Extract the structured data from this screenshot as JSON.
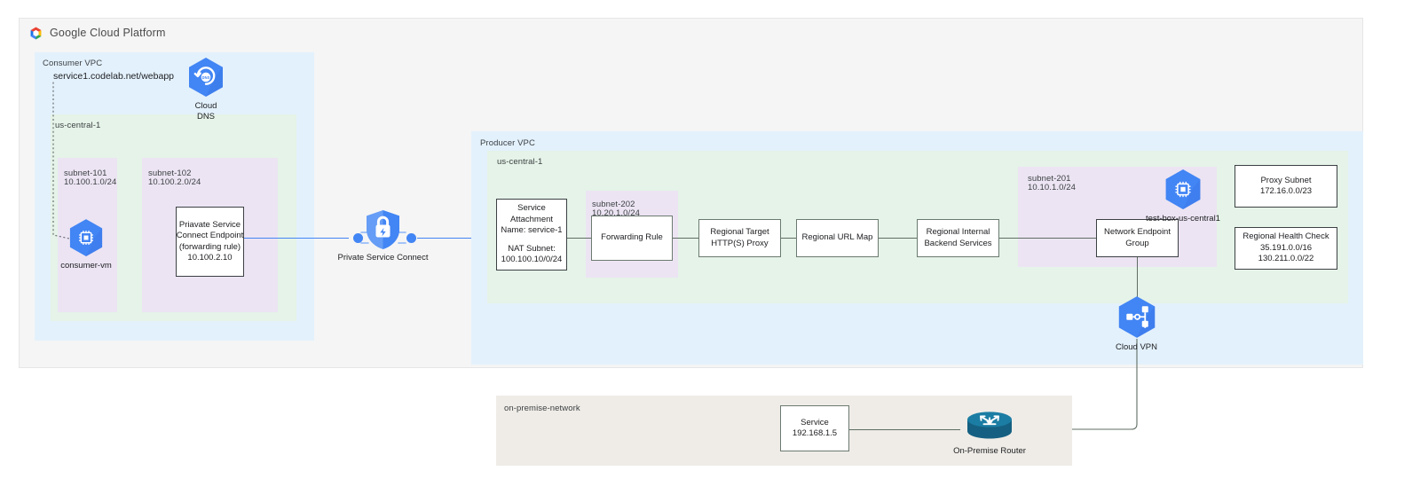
{
  "header": {
    "brand": "Google Cloud Platform",
    "logo_icon": "gcp-hexagon-logo"
  },
  "colors": {
    "vpc_blue": "#e3f1fc",
    "region_green": "#e5f3e8",
    "subnet_purple": "#ece4f3",
    "onprem_beige": "#efece7",
    "canvas_gray": "#f5f5f5",
    "accent_blue": "#4285f4",
    "line_gray": "#5f6d63",
    "router_teal": "#156082"
  },
  "consumer_vpc": {
    "label": "Consumer VPC",
    "dns_record": "service1.codelab.net/webapp",
    "region_label": "us-central-1",
    "cloud_dns": {
      "caption_line1": "Cloud",
      "caption_line2": "DNS",
      "icon": "cloud-dns-icon"
    },
    "subnets": [
      {
        "name": "subnet-101",
        "cidr": "10.100.1.0/24"
      },
      {
        "name": "subnet-102",
        "cidr": "10.100.2.0/24"
      }
    ],
    "consumer_vm": {
      "caption": "consumer-vm",
      "icon": "compute-vm-icon"
    },
    "psc_endpoint": {
      "line1": "Priavate Service",
      "line2": "Connect Endpoint",
      "line3": "(forwarding rule)",
      "line4": "10.100.2.10"
    }
  },
  "private_service_connect": {
    "caption": "Private Service Connect",
    "icon": "psc-shield-lock-icon"
  },
  "producer_vpc": {
    "label": "Producer VPC",
    "region_label": "us-central-1",
    "service_attachment": {
      "line1": "Service",
      "line2": "Attachment",
      "line3": "Name: service-1",
      "line4": "NAT Subnet:",
      "line5": "100.100.10/0/24"
    },
    "subnets": [
      {
        "name": "subnet-202",
        "cidr": "10.20.1.0/24"
      },
      {
        "name": "subnet-201",
        "cidr": "10.10.1.0/24"
      }
    ],
    "forwarding_rule": "Forwarding Rule",
    "target_proxy": {
      "line1": "Regional Target",
      "line2": "HTTP(S) Proxy"
    },
    "url_map": "Regional URL Map",
    "backend_services": {
      "line1": "Regional Internal",
      "line2": "Backend Services"
    },
    "network_endpoint_group": {
      "line1": "Network Endpoint",
      "line2": "Group"
    },
    "test_box": {
      "caption": "test-box-us-central1",
      "icon": "compute-vm-icon"
    },
    "proxy_subnet": {
      "line1": "Proxy Subnet",
      "line2": "172.16.0.0/23"
    },
    "health_check": {
      "line1": "Regional Health Check",
      "line2": "35.191.0.0/16",
      "line3": "130.211.0.0/22"
    },
    "cloud_vpn": {
      "caption": "Cloud VPN",
      "icon": "cloud-vpn-icon"
    }
  },
  "on_premise": {
    "label": "on-premise-network",
    "service": {
      "line1": "Service",
      "line2": "192.168.1.5"
    },
    "router": {
      "caption": "On-Premise Router",
      "icon": "on-premise-router-icon"
    }
  }
}
